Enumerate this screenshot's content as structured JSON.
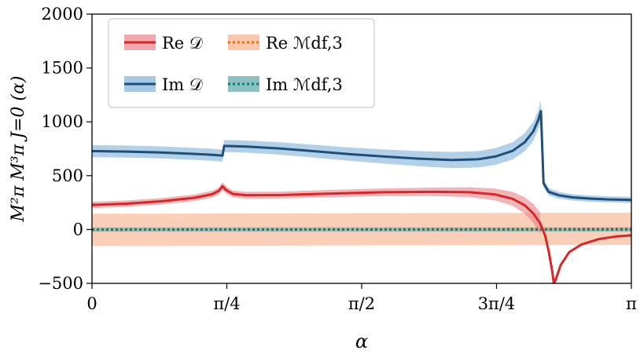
{
  "chart_data": {
    "type": "line",
    "title": "",
    "xlabel": "α",
    "ylabel": "M²π M³π J=0 (α)",
    "xlim": [
      0,
      3.14159
    ],
    "ylim": [
      -500,
      2000
    ],
    "grid": false,
    "legend_placement": "top-left",
    "x_ticks": [
      {
        "value": 0,
        "label": "0"
      },
      {
        "value": 0.7854,
        "label": "π/4"
      },
      {
        "value": 1.5708,
        "label": "π/2"
      },
      {
        "value": 2.3562,
        "label": "3π/4"
      },
      {
        "value": 3.14159,
        "label": "π"
      }
    ],
    "y_ticks": [
      {
        "value": -500,
        "label": "−500"
      },
      {
        "value": 0,
        "label": "0"
      },
      {
        "value": 500,
        "label": "500"
      },
      {
        "value": 1000,
        "label": "1000"
      },
      {
        "value": 1500,
        "label": "1500"
      },
      {
        "value": 2000,
        "label": "2000"
      }
    ],
    "series": [
      {
        "name": "Re 𝒟",
        "color": "#d62728",
        "band_color": "#e8838a",
        "style": "solid",
        "x": [
          0,
          0.2,
          0.4,
          0.6,
          0.7,
          0.74,
          0.76,
          0.78,
          0.82,
          0.9,
          1.1,
          1.4,
          1.7,
          2.0,
          2.2,
          2.35,
          2.45,
          2.52,
          2.57,
          2.61,
          2.64,
          2.66,
          2.68,
          2.69,
          2.7,
          2.73,
          2.78,
          2.85,
          2.95,
          3.05,
          3.14
        ],
        "values": [
          228,
          240,
          262,
          295,
          328,
          360,
          402,
          368,
          330,
          318,
          320,
          334,
          346,
          350,
          346,
          325,
          285,
          225,
          150,
          60,
          -60,
          -200,
          -380,
          -500,
          -470,
          -330,
          -210,
          -140,
          -90,
          -65,
          -55
        ],
        "lower": [
          198,
          210,
          232,
          264,
          296,
          326,
          366,
          335,
          298,
          286,
          288,
          300,
          310,
          310,
          300,
          270,
          220,
          150,
          60,
          -40,
          null,
          null,
          null,
          null,
          null,
          null,
          null,
          null,
          null,
          null,
          null
        ],
        "upper": [
          258,
          270,
          292,
          326,
          360,
          394,
          438,
          401,
          362,
          350,
          352,
          368,
          382,
          390,
          392,
          380,
          350,
          300,
          240,
          160,
          null,
          null,
          null,
          null,
          null,
          null,
          null,
          null,
          null,
          null,
          null
        ]
      },
      {
        "name": "Im 𝒟",
        "color": "#1f4e79",
        "band_color": "#7fb0d8",
        "style": "solid",
        "x": [
          0,
          0.2,
          0.4,
          0.6,
          0.7,
          0.76,
          0.77,
          0.9,
          1.1,
          1.3,
          1.5,
          1.7,
          1.9,
          2.1,
          2.25,
          2.35,
          2.45,
          2.52,
          2.57,
          2.6,
          2.615,
          2.63,
          2.66,
          2.72,
          2.8,
          2.9,
          3.0,
          3.14
        ],
        "values": [
          728,
          724,
          716,
          702,
          694,
          686,
          776,
          770,
          752,
          726,
          700,
          678,
          658,
          645,
          652,
          678,
          730,
          810,
          910,
          1020,
          1100,
          430,
          350,
          318,
          298,
          287,
          280,
          275
        ],
        "lower": [
          672,
          668,
          660,
          646,
          638,
          630,
          720,
          714,
          694,
          666,
          638,
          612,
          588,
          570,
          576,
          600,
          650,
          726,
          822,
          930,
          1000,
          390,
          316,
          286,
          268,
          258,
          252,
          246
        ],
        "upper": [
          784,
          780,
          772,
          758,
          750,
          742,
          832,
          826,
          810,
          786,
          762,
          744,
          728,
          720,
          728,
          756,
          810,
          894,
          998,
          1110,
          1200,
          470,
          384,
          350,
          328,
          316,
          308,
          304
        ]
      },
      {
        "name": "Re ℳdf,3",
        "color": "#e8711a",
        "band_color": "#f6b08c",
        "style": "dotted",
        "x": [
          0,
          3.14
        ],
        "values": [
          -3,
          7
        ],
        "lower": [
          -153,
          -143
        ],
        "upper": [
          147,
          157
        ]
      },
      {
        "name": "Im ℳdf,3",
        "color": "#1a7a7a",
        "band_color": "#5aa6a6",
        "style": "dotted",
        "x": [
          0,
          3.14
        ],
        "values": [
          0,
          0
        ],
        "lower": [
          -20,
          -20
        ],
        "upper": [
          20,
          20
        ]
      }
    ],
    "legend": [
      {
        "label": "Re 𝒟",
        "series": 0
      },
      {
        "label": "Re ℳdf,3",
        "series": 2
      },
      {
        "label": "Im 𝒟",
        "series": 1
      },
      {
        "label": "Im ℳdf,3",
        "series": 3
      }
    ]
  }
}
